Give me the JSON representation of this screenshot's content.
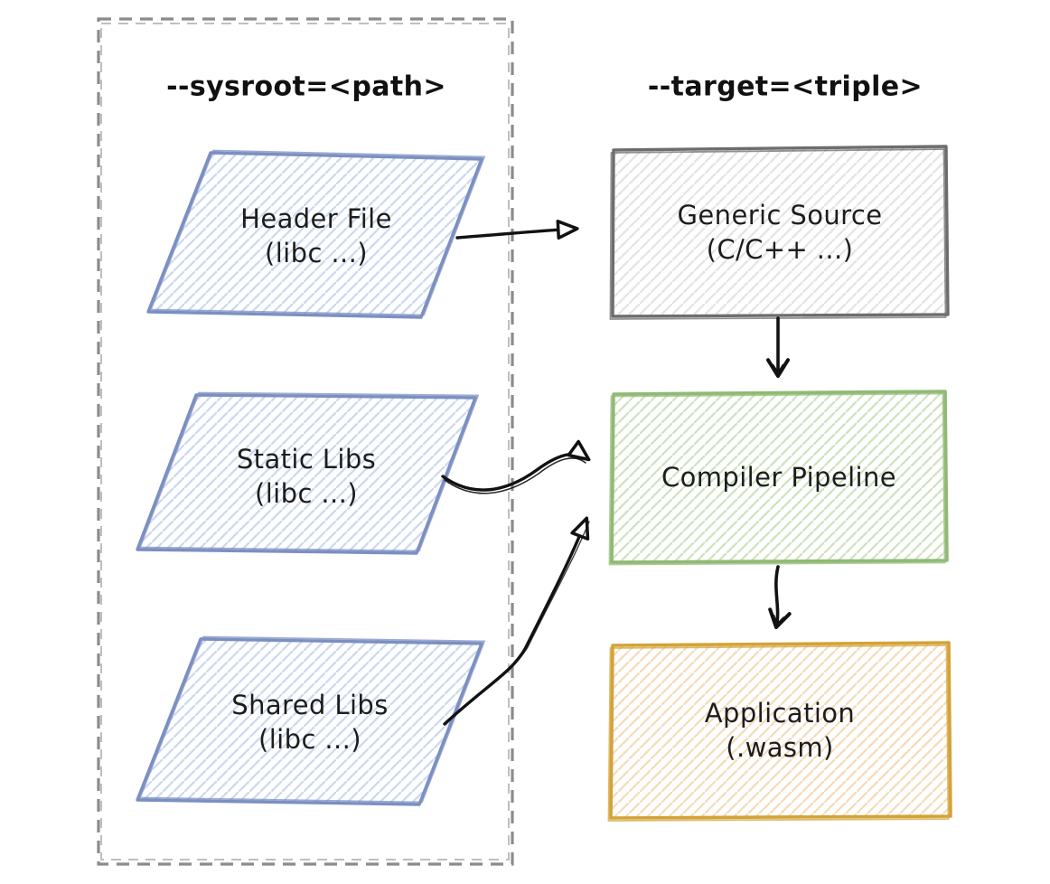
{
  "diagram": {
    "kind": "hand-drawn flow diagram",
    "background": "#ffffff"
  },
  "titles": {
    "sysroot": "--sysroot=<path>",
    "target": "--target=<triple>"
  },
  "nodes": {
    "header_file": {
      "title": "Header File",
      "subtitle": "(libc ...)",
      "shape": "parallelogram"
    },
    "static_libs": {
      "title": "Static Libs",
      "subtitle": "(libc ...)",
      "shape": "parallelogram"
    },
    "shared_libs": {
      "title": "Shared Libs",
      "subtitle": "(libc ...)",
      "shape": "parallelogram"
    },
    "generic_source": {
      "title": "Generic Source",
      "subtitle": "(C/C++ ...)",
      "shape": "rectangle"
    },
    "compiler_pipeline": {
      "title": "Compiler Pipeline",
      "shape": "rectangle"
    },
    "application": {
      "title": "Application",
      "subtitle": "(.wasm)",
      "shape": "rectangle"
    }
  },
  "edges": [
    {
      "from": "header_file",
      "to": "generic_source",
      "style": "straight",
      "head": "hollow-triangle"
    },
    {
      "from": "generic_source",
      "to": "compiler_pipeline",
      "style": "straight-down",
      "head": "chevron"
    },
    {
      "from": "static_libs",
      "to": "compiler_pipeline",
      "style": "s-curve",
      "head": "hollow-triangle"
    },
    {
      "from": "shared_libs",
      "to": "compiler_pipeline",
      "style": "curve-up",
      "head": "hollow-triangle"
    },
    {
      "from": "compiler_pipeline",
      "to": "application",
      "style": "straight-down",
      "head": "chevron"
    }
  ],
  "colors": {
    "sysroot_node_border": "#7b8fc2",
    "sysroot_node_hatch": "#ccd9ef",
    "generic_source_border": "#6d6d6d",
    "generic_source_hatch": "#e4e4e7",
    "compiler_pipeline_border": "#90ba74",
    "compiler_pipeline_hatch": "#cfe3c0",
    "application_border": "#d3a337",
    "application_hatch": "#f5dcba",
    "container_border": "#8b8b8b",
    "arrow": "#121212",
    "text": "#1d1d1d",
    "background": "#ffffff"
  }
}
